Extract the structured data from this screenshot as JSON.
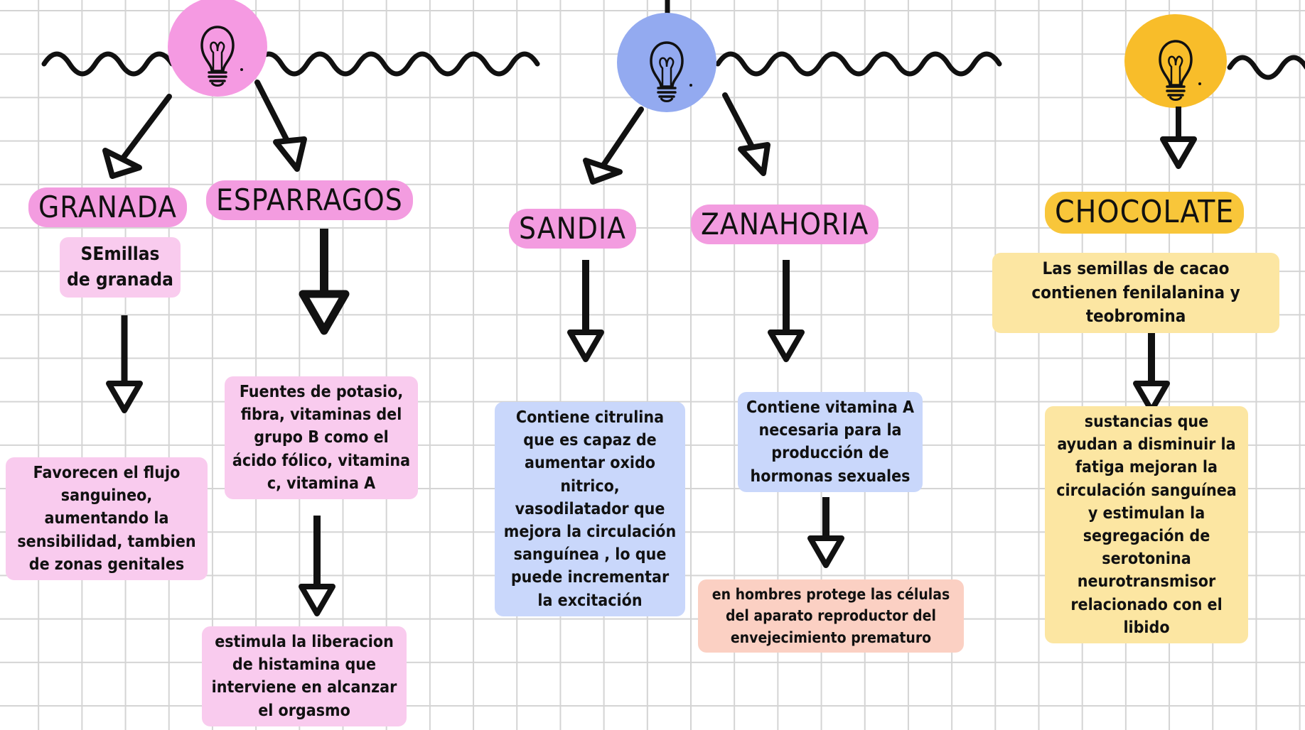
{
  "nodes": [
    {
      "id": "granada",
      "title": "GRANADA",
      "title_color": "#f39ce0",
      "circle_color": "#f59ae2",
      "boxes": [
        {
          "text": "SEmillas de granada",
          "color": "#f9cbee"
        },
        {
          "text": "Favorecen el flujo sanguineo, aumentando la sensibilidad, tambien de zonas genitales",
          "color": "#f9cbee"
        }
      ]
    },
    {
      "id": "esparragos",
      "title": "ESPARRAGOS",
      "title_color": "#f39ce0",
      "boxes": [
        {
          "text": "Fuentes de potasio, fibra, vitaminas del grupo B como el ácido fólico, vitamina c, vitamina A",
          "color": "#f9cbee"
        },
        {
          "text": "estimula la liberacion de histamina que interviene en alcanzar el orgasmo",
          "color": "#f9cbee"
        }
      ]
    },
    {
      "id": "sandia",
      "title": "SANDIA",
      "title_color": "#f39ce0",
      "circle_color": "#93aaf0",
      "boxes": [
        {
          "text": "Contiene citrulina que es capaz de aumentar oxido nitrico, vasodilatador que mejora la circulación sanguínea , lo que puede incrementar la excitación",
          "color": "#c9d7fb"
        }
      ]
    },
    {
      "id": "zanahoria",
      "title": "ZANAHORIA",
      "title_color": "#f39ce0",
      "boxes": [
        {
          "text": "Contiene vitamina A necesaria para la producción de hormonas sexuales",
          "color": "#c9d7fb"
        },
        {
          "text": "en hombres protege las células del aparato reproductor del envejecimiento prematuro",
          "color": "#fbd0c3"
        }
      ]
    },
    {
      "id": "chocolate",
      "title": "CHOCOLATE",
      "title_color": "#f8c63a",
      "circle_color": "#f8bd2a",
      "boxes": [
        {
          "text": "Las semillas de cacao contienen fenilalanina y teobromina",
          "color": "#fce6a2"
        },
        {
          "text": "sustancias que ayudan a disminuir la fatiga mejoran la circulación sanguínea y estimulan la segregación de serotonina neurotransmisor relacionado con el libido",
          "color": "#fce6a2"
        }
      ]
    }
  ],
  "icons": [
    "lightbulb-icon",
    "arrow-down-icon",
    "wavy-line"
  ]
}
